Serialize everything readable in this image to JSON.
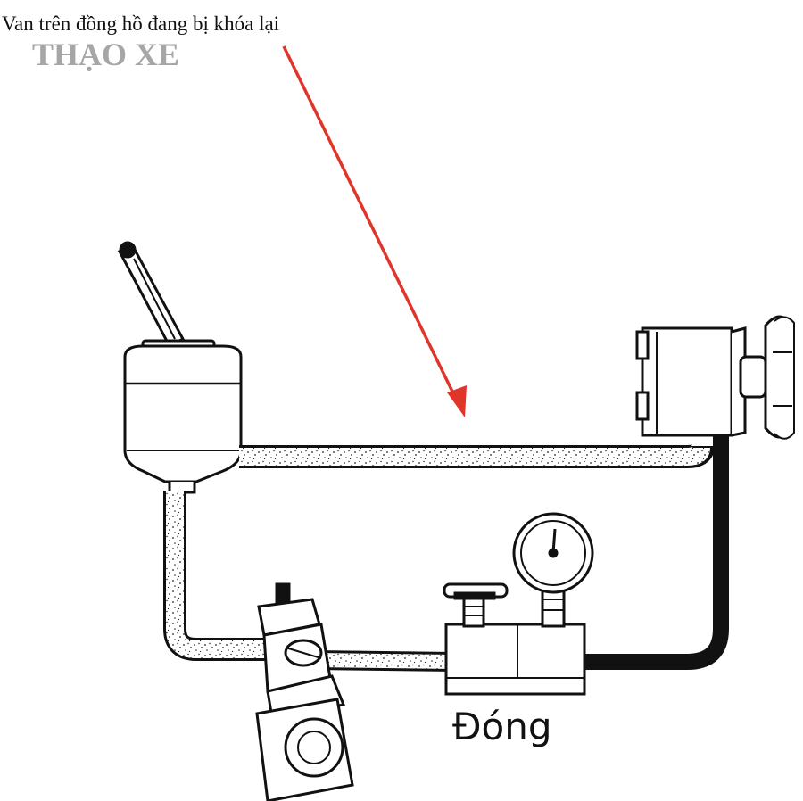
{
  "caption": "Van trên đồng hồ đang bị khóa lại",
  "watermark": "THẠO XE",
  "valve_label": "Đóng",
  "colors": {
    "arrow": "#e0352b",
    "ink": "#111111",
    "watermark": "#a6a6a6"
  }
}
